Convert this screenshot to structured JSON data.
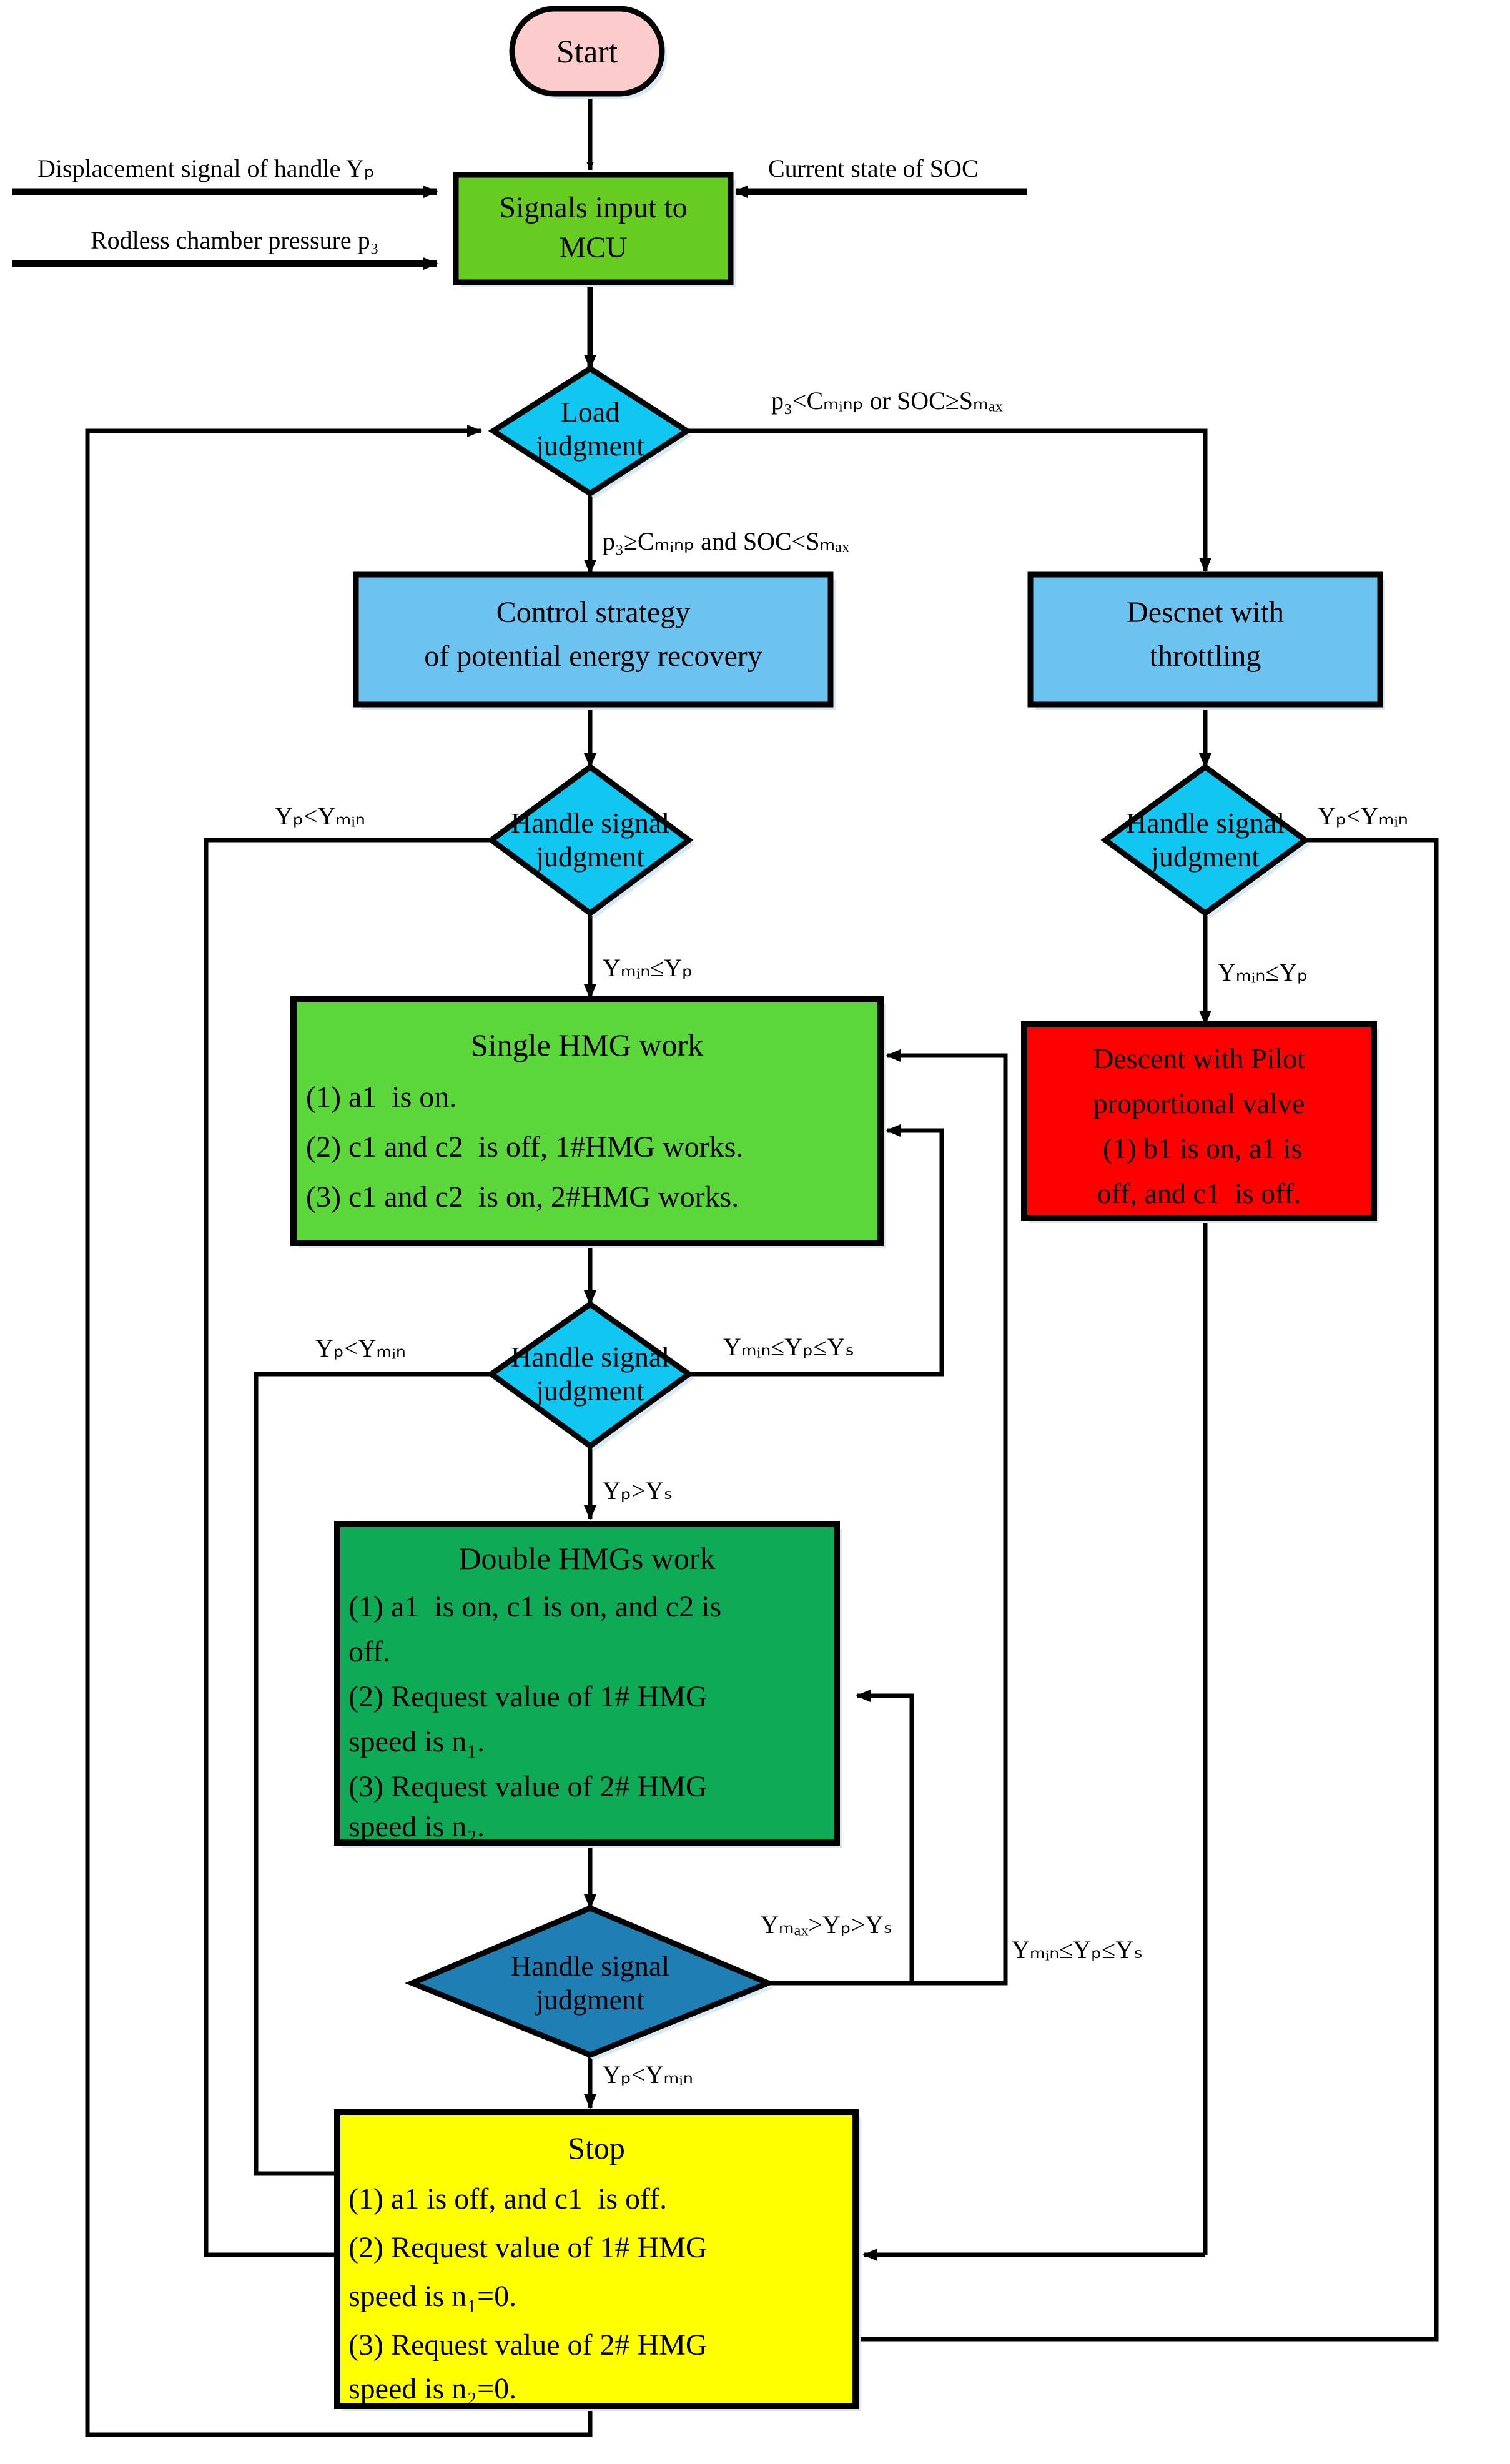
{
  "diagram": {
    "title": "Control strategy flowchart of potential energy recovery system",
    "colors": {
      "start_fill": "#FCCBCB",
      "process_green": "#66CC22",
      "process_lightblue": "#6CC3F0",
      "decision_cyan": "#11C6F0",
      "decision_darkblue": "#1F7FB5",
      "single_hmg_green": "#5BD63B",
      "double_hmg_green": "#0EAA55",
      "danger_red": "#FF0000",
      "stop_yellow": "#FFFF00",
      "stroke": "#000000",
      "shadow": "#D9E8F5"
    },
    "nodes": {
      "start": {
        "label": "Start"
      },
      "mcu": {
        "line1": "Signals input to",
        "line2": "MCU"
      },
      "load_judgment": {
        "line1": "Load",
        "line2": "judgment"
      },
      "control_strategy": {
        "line1": "Control strategy",
        "line2": "of potential energy recovery"
      },
      "descent_throttling": {
        "line1": "Descnet with",
        "line2": "throttling"
      },
      "handle_judgment_left_1": {
        "line1": "Handle signal",
        "line2": "judgment"
      },
      "handle_judgment_right": {
        "line1": "Handle signal",
        "line2": "judgment"
      },
      "single_hmg": {
        "title": "Single HMG work",
        "items": [
          "(1) a1  is on.",
          "(2) c1 and c2  is off, 1#HMG works.",
          "(3) c1 and c2  is on, 2#HMG works."
        ]
      },
      "descent_pilot": {
        "line1": "Descent with Pilot",
        "line2": "proportional valve",
        "line3": " (1) b1 is on, a1 is",
        "line4": "off, and c1  is off."
      },
      "handle_judgment_left_2": {
        "line1": "Handle signal",
        "line2": "judgment"
      },
      "double_hmg": {
        "title": "Double HMGs work",
        "items": [
          "(1) a1  is on, c1 is on, and c2 is",
          "off.",
          "(2) Request value of 1# HMG",
          "speed is n₁.",
          "(3) Request value of 2# HMG",
          "speed is n₂."
        ]
      },
      "handle_judgment_bottom": {
        "line1": "Handle signal",
        "line2": "judgment"
      },
      "stop": {
        "title": "Stop",
        "items": [
          "(1) a1 is off, and c1  is off.",
          "(2) Request value of 1# HMG",
          "speed is n₁=0.",
          "(3) Request value of 2# HMG",
          "speed is n₂=0."
        ]
      }
    },
    "inputs": {
      "handle_signal": "Displacement signal of handle Yₚ",
      "rodless_pressure": "Rodless chamber pressure p₃",
      "soc_state": "Current state of SOC"
    },
    "edge_labels": {
      "load_false": "p₃<Cₘᵢₙₚ or SOC≥Sₘₐₓ",
      "load_true": "p₃≥Cₘᵢₙₚ and SOC<Sₘₐₓ",
      "yp_lt_ymin_a": "Yₚ<Yₘᵢₙ",
      "ymin_le_yp_a": "Yₘᵢₙ≤Yₚ",
      "yp_lt_ymin_b": "Yₚ<Yₘᵢₙ",
      "ymin_le_yp_b": "Yₘᵢₙ≤Yₚ",
      "yp_lt_ymin_c": "Yₚ<Yₘᵢₙ",
      "ymin_le_yp_le_ys_a": "Yₘᵢₙ≤Yₚ≤Yₛ",
      "yp_gt_ys": "Yₚ>Yₛ",
      "ymax_gt_yp_gt_ys": "Yₘₐₓ>Yₚ>Yₛ",
      "ymin_le_yp_le_ys_b": "Yₘᵢₙ≤Yₚ≤Yₛ",
      "yp_lt_ymin_d": "Yₚ<Yₘᵢₙ"
    }
  }
}
